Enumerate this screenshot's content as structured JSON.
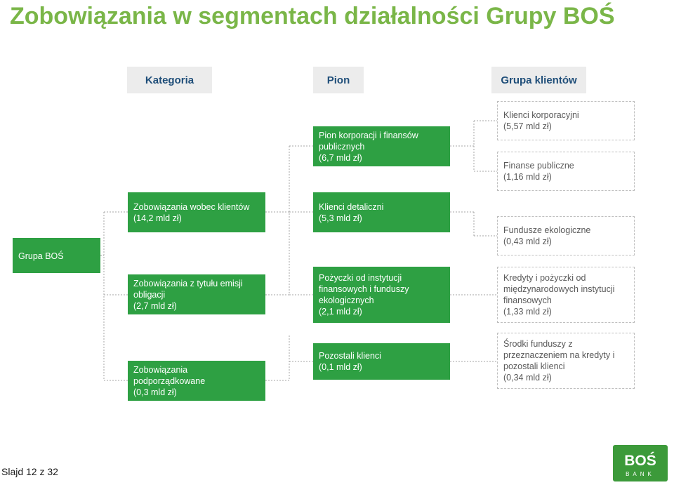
{
  "title": "Zobowiązania w segmentach działalności Grupy BOŚ",
  "headers": {
    "category": "Kategoria",
    "division": "Pion",
    "client_group": "Grupa klientów"
  },
  "root": "Grupa BOŚ",
  "categories": [
    "Zobowiązania wobec klientów\n(14,2 mld zł)",
    "Zobowiązania z tytułu emisji\nobligacji\n(2,7 mld zł)",
    "Zobowiązania podporządkowane\n(0,3 mld zł)"
  ],
  "divisions": [
    "Pion korporacji i finansów\npublicznych\n(6,7 mld zł)",
    "Klienci detaliczni\n(5,3 mld zł)",
    "Pożyczki od instytucji\nfinansowych i funduszy\nekologicznych\n(2,1 mld zł)",
    "Pozostali klienci\n(0,1 mld zł)"
  ],
  "client_groups": [
    "Klienci korporacyjni\n(5,57 mld zł)",
    "Finanse publiczne\n(1,16 mld zł)",
    "Fundusze ekologiczne\n(0,43 mld zł)",
    "Kredyty i pożyczki od\nmiędzynarodowych instytucji\nfinansowych\n(1,33 mld zł)",
    "Środki funduszy z\nprzeznaczeniem na kredyty i\npozostali klienci\n(0,34 mld zł)"
  ],
  "footer": "Slajd 12 z 32",
  "logo": {
    "text": "BOŚ",
    "subtext": "BANK"
  },
  "colors": {
    "title": "#7AB648",
    "box_green": "#2EA043",
    "header_bg": "#ECECEC",
    "header_text": "#1F4E79",
    "logo_green": "#3C9A3A"
  }
}
